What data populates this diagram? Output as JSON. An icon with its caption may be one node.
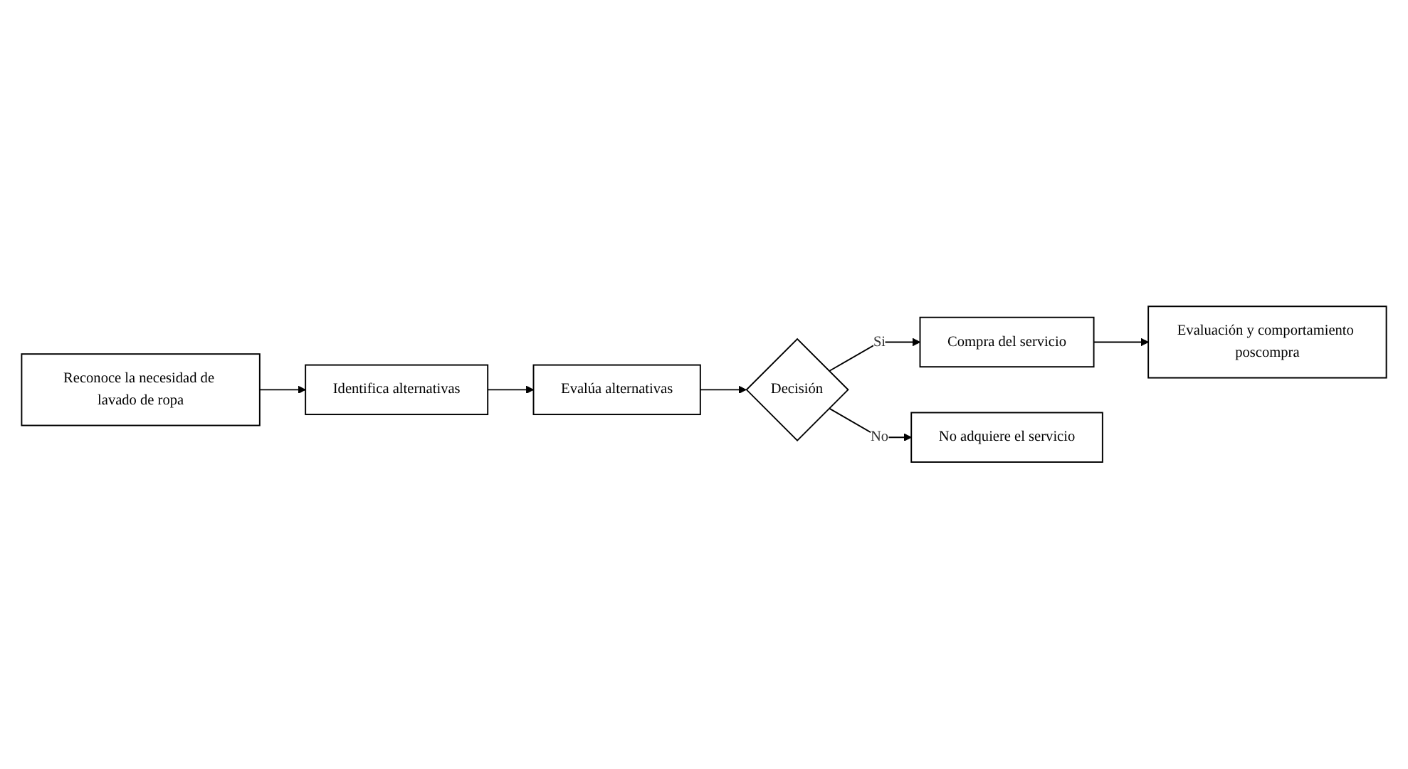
{
  "diagram": {
    "nodes": [
      {
        "text": [
          "Reconoce la necesidad de lavado de ropa"
        ]
      },
      {
        "text": [
          "Identifica alternativas"
        ]
      },
      {
        "text": [
          "Evalúa alternativas"
        ]
      },
      {
        "text": [
          "Decisión"
        ]
      },
      {
        "text": [
          "Compra del servicio"
        ]
      },
      {
        "text": [
          "Evaluación y comportamiento poscompra"
        ]
      },
      {
        "text": [
          "No adquiere el servicio"
        ]
      }
    ],
    "edges": [
      {
        "from": 0,
        "to": 1,
        "arrow": "to"
      },
      {
        "from": 1,
        "to": 2,
        "arrow": "to"
      },
      {
        "from": 2,
        "to": 3,
        "arrow": "to"
      },
      {
        "from": 3,
        "to": 4,
        "arrow": "to",
        "label": "Si"
      },
      {
        "from": 4,
        "to": 5,
        "arrow": "to"
      },
      {
        "from": 3,
        "to": 6,
        "arrow": "to",
        "label": "No"
      }
    ]
  }
}
